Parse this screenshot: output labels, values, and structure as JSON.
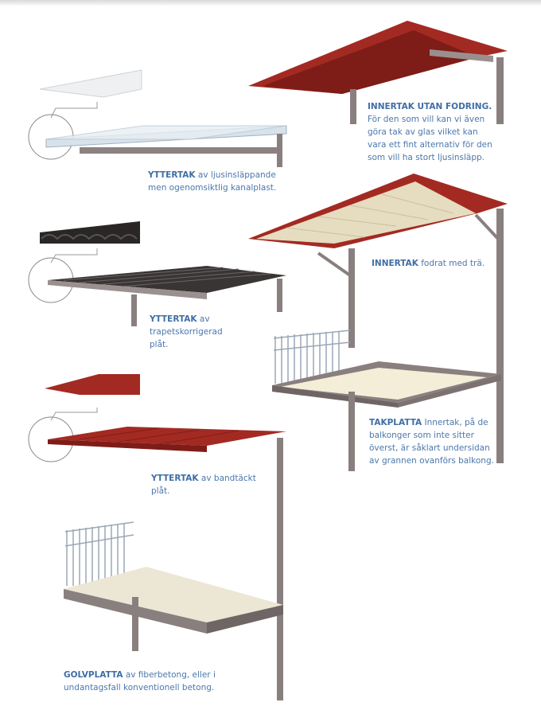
{
  "captions": [
    {
      "id": "yttertak-kanalplast",
      "title": "YTTERTAK",
      "lines": [
        " av ljusinsläppande",
        "men ogenomsiktlig kanalplast."
      ]
    },
    {
      "id": "innertak-utan-fodring",
      "title": "INNERTAK UTAN FODRING.",
      "lines": [
        "För den som vill kan vi även",
        "göra tak av glas vilket kan",
        "vara ett fint alternativ för den",
        "som vill ha stort ljusinsläpp."
      ]
    },
    {
      "id": "innertak-tra",
      "title": "INNERTAK",
      "lines": [
        " fodrat med trä."
      ]
    },
    {
      "id": "yttertak-trapets",
      "title": "YTTERTAK",
      "lines": [
        " av",
        "trapetskorrigerad",
        "plåt."
      ]
    },
    {
      "id": "takplatta",
      "title": "TAKPLATTA",
      "lines": [
        " Innertak, på de",
        "balkonger som inte sitter",
        "överst, är såklart undersidan",
        "av grannen ovanförs balkong."
      ]
    },
    {
      "id": "yttertak-bandtackt",
      "title": "YTTERTAK",
      "lines": [
        " av bandtäckt",
        "plåt."
      ]
    },
    {
      "id": "golvplatta",
      "title": "GOLVPLATTA",
      "lines": [
        " av fiberbetong, eller i",
        "undantagsfall konventionell betong."
      ]
    }
  ],
  "colors": {
    "text": "#4a78ad",
    "roof_red": "#a32a22",
    "post": "#8a7f7f"
  }
}
